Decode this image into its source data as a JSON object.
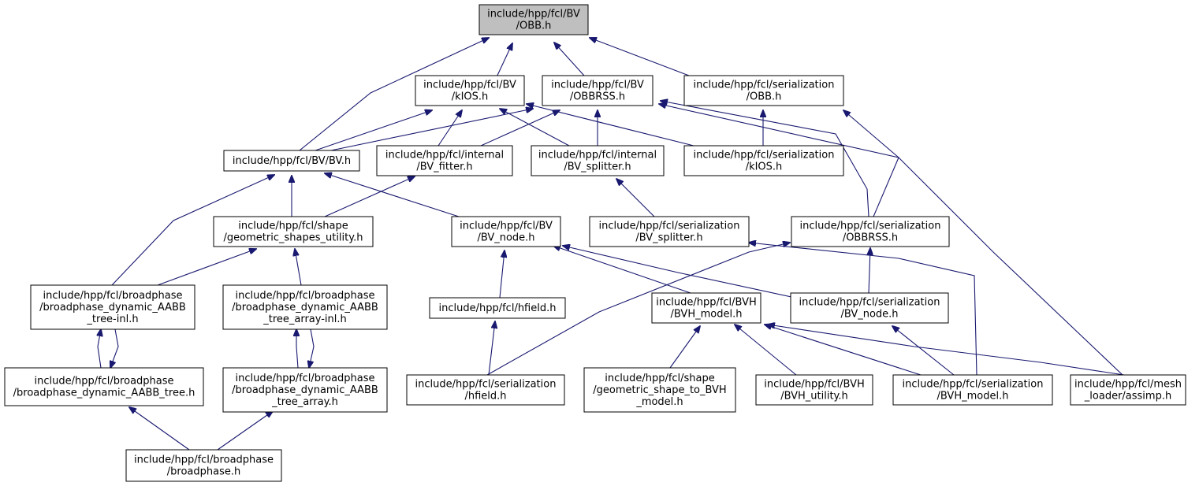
{
  "diagram": {
    "type": "include-dependency-graph",
    "colors": {
      "edge": "#191970",
      "root_fill": "#bfbfbf",
      "node_fill": "#ffffff",
      "node_stroke": "#000000"
    },
    "nodes": {
      "obb": {
        "lines": [
          "include/hpp/fcl/BV",
          "/OBB.h"
        ]
      },
      "kios": {
        "lines": [
          "include/hpp/fcl/BV",
          "/kIOS.h"
        ]
      },
      "obbrss": {
        "lines": [
          "include/hpp/fcl/BV",
          "/OBBRSS.h"
        ]
      },
      "ser_obb": {
        "lines": [
          "include/hpp/fcl/serialization",
          "/OBB.h"
        ]
      },
      "bv": {
        "lines": [
          "include/hpp/fcl/BV/BV.h"
        ]
      },
      "bv_fitter": {
        "lines": [
          "include/hpp/fcl/internal",
          "/BV_fitter.h"
        ]
      },
      "bv_splitter": {
        "lines": [
          "include/hpp/fcl/internal",
          "/BV_splitter.h"
        ]
      },
      "ser_kios": {
        "lines": [
          "include/hpp/fcl/serialization",
          "/kIOS.h"
        ]
      },
      "geom_util": {
        "lines": [
          "include/hpp/fcl/shape",
          "/geometric_shapes_utility.h"
        ]
      },
      "bv_node": {
        "lines": [
          "include/hpp/fcl/BV",
          "/BV_node.h"
        ]
      },
      "ser_bv_splitter": {
        "lines": [
          "include/hpp/fcl/serialization",
          "/BV_splitter.h"
        ]
      },
      "ser_obbrss": {
        "lines": [
          "include/hpp/fcl/serialization",
          "/OBBRSS.h"
        ]
      },
      "bp_inl": {
        "lines": [
          "include/hpp/fcl/broadphase",
          "/broadphase_dynamic_AABB",
          "_tree-inl.h"
        ]
      },
      "bp_arr_inl": {
        "lines": [
          "include/hpp/fcl/broadphase",
          "/broadphase_dynamic_AABB",
          "_tree_array-inl.h"
        ]
      },
      "hfield": {
        "lines": [
          "include/hpp/fcl/hfield.h"
        ]
      },
      "bvh_model": {
        "lines": [
          "include/hpp/fcl/BVH",
          "/BVH_model.h"
        ]
      },
      "ser_bv_node": {
        "lines": [
          "include/hpp/fcl/serialization",
          "/BV_node.h"
        ]
      },
      "bp_tree": {
        "lines": [
          "include/hpp/fcl/broadphase",
          "/broadphase_dynamic_AABB_tree.h"
        ]
      },
      "bp_arr": {
        "lines": [
          "include/hpp/fcl/broadphase",
          "/broadphase_dynamic_AABB",
          "_tree_array.h"
        ]
      },
      "ser_hfield": {
        "lines": [
          "include/hpp/fcl/serialization",
          "/hfield.h"
        ]
      },
      "shape_to_bvh": {
        "lines": [
          "include/hpp/fcl/shape",
          "/geometric_shape_to_BVH",
          "_model.h"
        ]
      },
      "bvh_utility": {
        "lines": [
          "include/hpp/fcl/BVH",
          "/BVH_utility.h"
        ]
      },
      "ser_bvh_model": {
        "lines": [
          "include/hpp/fcl/serialization",
          "/BVH_model.h"
        ]
      },
      "assimp": {
        "lines": [
          "include/hpp/fcl/mesh",
          "_loader/assimp.h"
        ]
      },
      "broadphase": {
        "lines": [
          "include/hpp/fcl/broadphase",
          "/broadphase.h"
        ]
      }
    }
  }
}
